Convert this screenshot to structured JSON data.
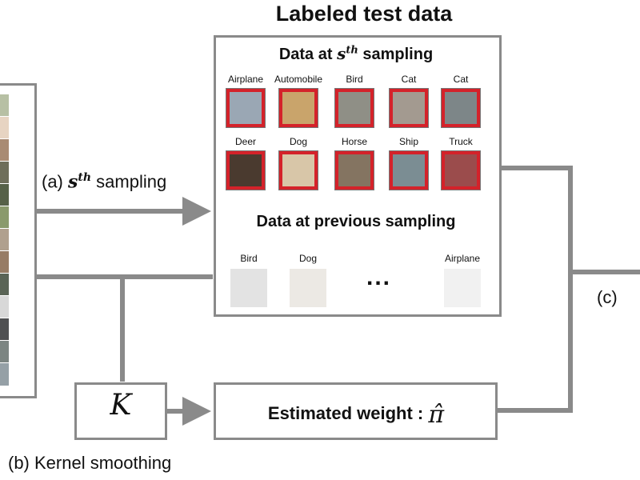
{
  "title": "Labeled test data",
  "current_sampling": {
    "heading_prefix": "Data at ",
    "heading_var": "s",
    "heading_sup": "th",
    "heading_suffix": " sampling",
    "images": [
      {
        "label": "Airplane",
        "icon": "airplane-image",
        "color": "#9aa7b4"
      },
      {
        "label": "Automobile",
        "icon": "automobile-image",
        "color": "#c9a46b"
      },
      {
        "label": "Bird",
        "icon": "bird-image",
        "color": "#8f8f86"
      },
      {
        "label": "Cat",
        "icon": "cat-image",
        "color": "#a39a90"
      },
      {
        "label": "Cat",
        "icon": "cat-image",
        "color": "#7d8688"
      },
      {
        "label": "Deer",
        "icon": "deer-image",
        "color": "#4a3a2f"
      },
      {
        "label": "Dog",
        "icon": "dog-image",
        "color": "#d8c6a8"
      },
      {
        "label": "Horse",
        "icon": "horse-image",
        "color": "#847461"
      },
      {
        "label": "Ship",
        "icon": "ship-image",
        "color": "#7b8d93"
      },
      {
        "label": "Truck",
        "icon": "truck-image",
        "color": "#9b4c4c"
      }
    ]
  },
  "previous_sampling": {
    "heading": "Data at previous sampling",
    "images": [
      {
        "label": "Bird",
        "icon": "bird-image",
        "color": "#c8c8c8"
      },
      {
        "label": "Dog",
        "icon": "dog-image",
        "color": "#d9d3ca"
      },
      {
        "label": "Airplane",
        "icon": "airplane-image",
        "color": "#e4e4e4"
      }
    ],
    "ellipsis": "..."
  },
  "edges": {
    "a_prefix": "(a) ",
    "a_var": "s",
    "a_sup": "th",
    "a_suffix": " sampling",
    "b": "(b) Kernel smoothing",
    "c": "(c)"
  },
  "kernel": "K",
  "weight": {
    "label": "Estimated weight : ",
    "symbol": "π̂"
  },
  "colors": {
    "line": "#8a8a8a",
    "thumb_border": "#d4222a"
  }
}
